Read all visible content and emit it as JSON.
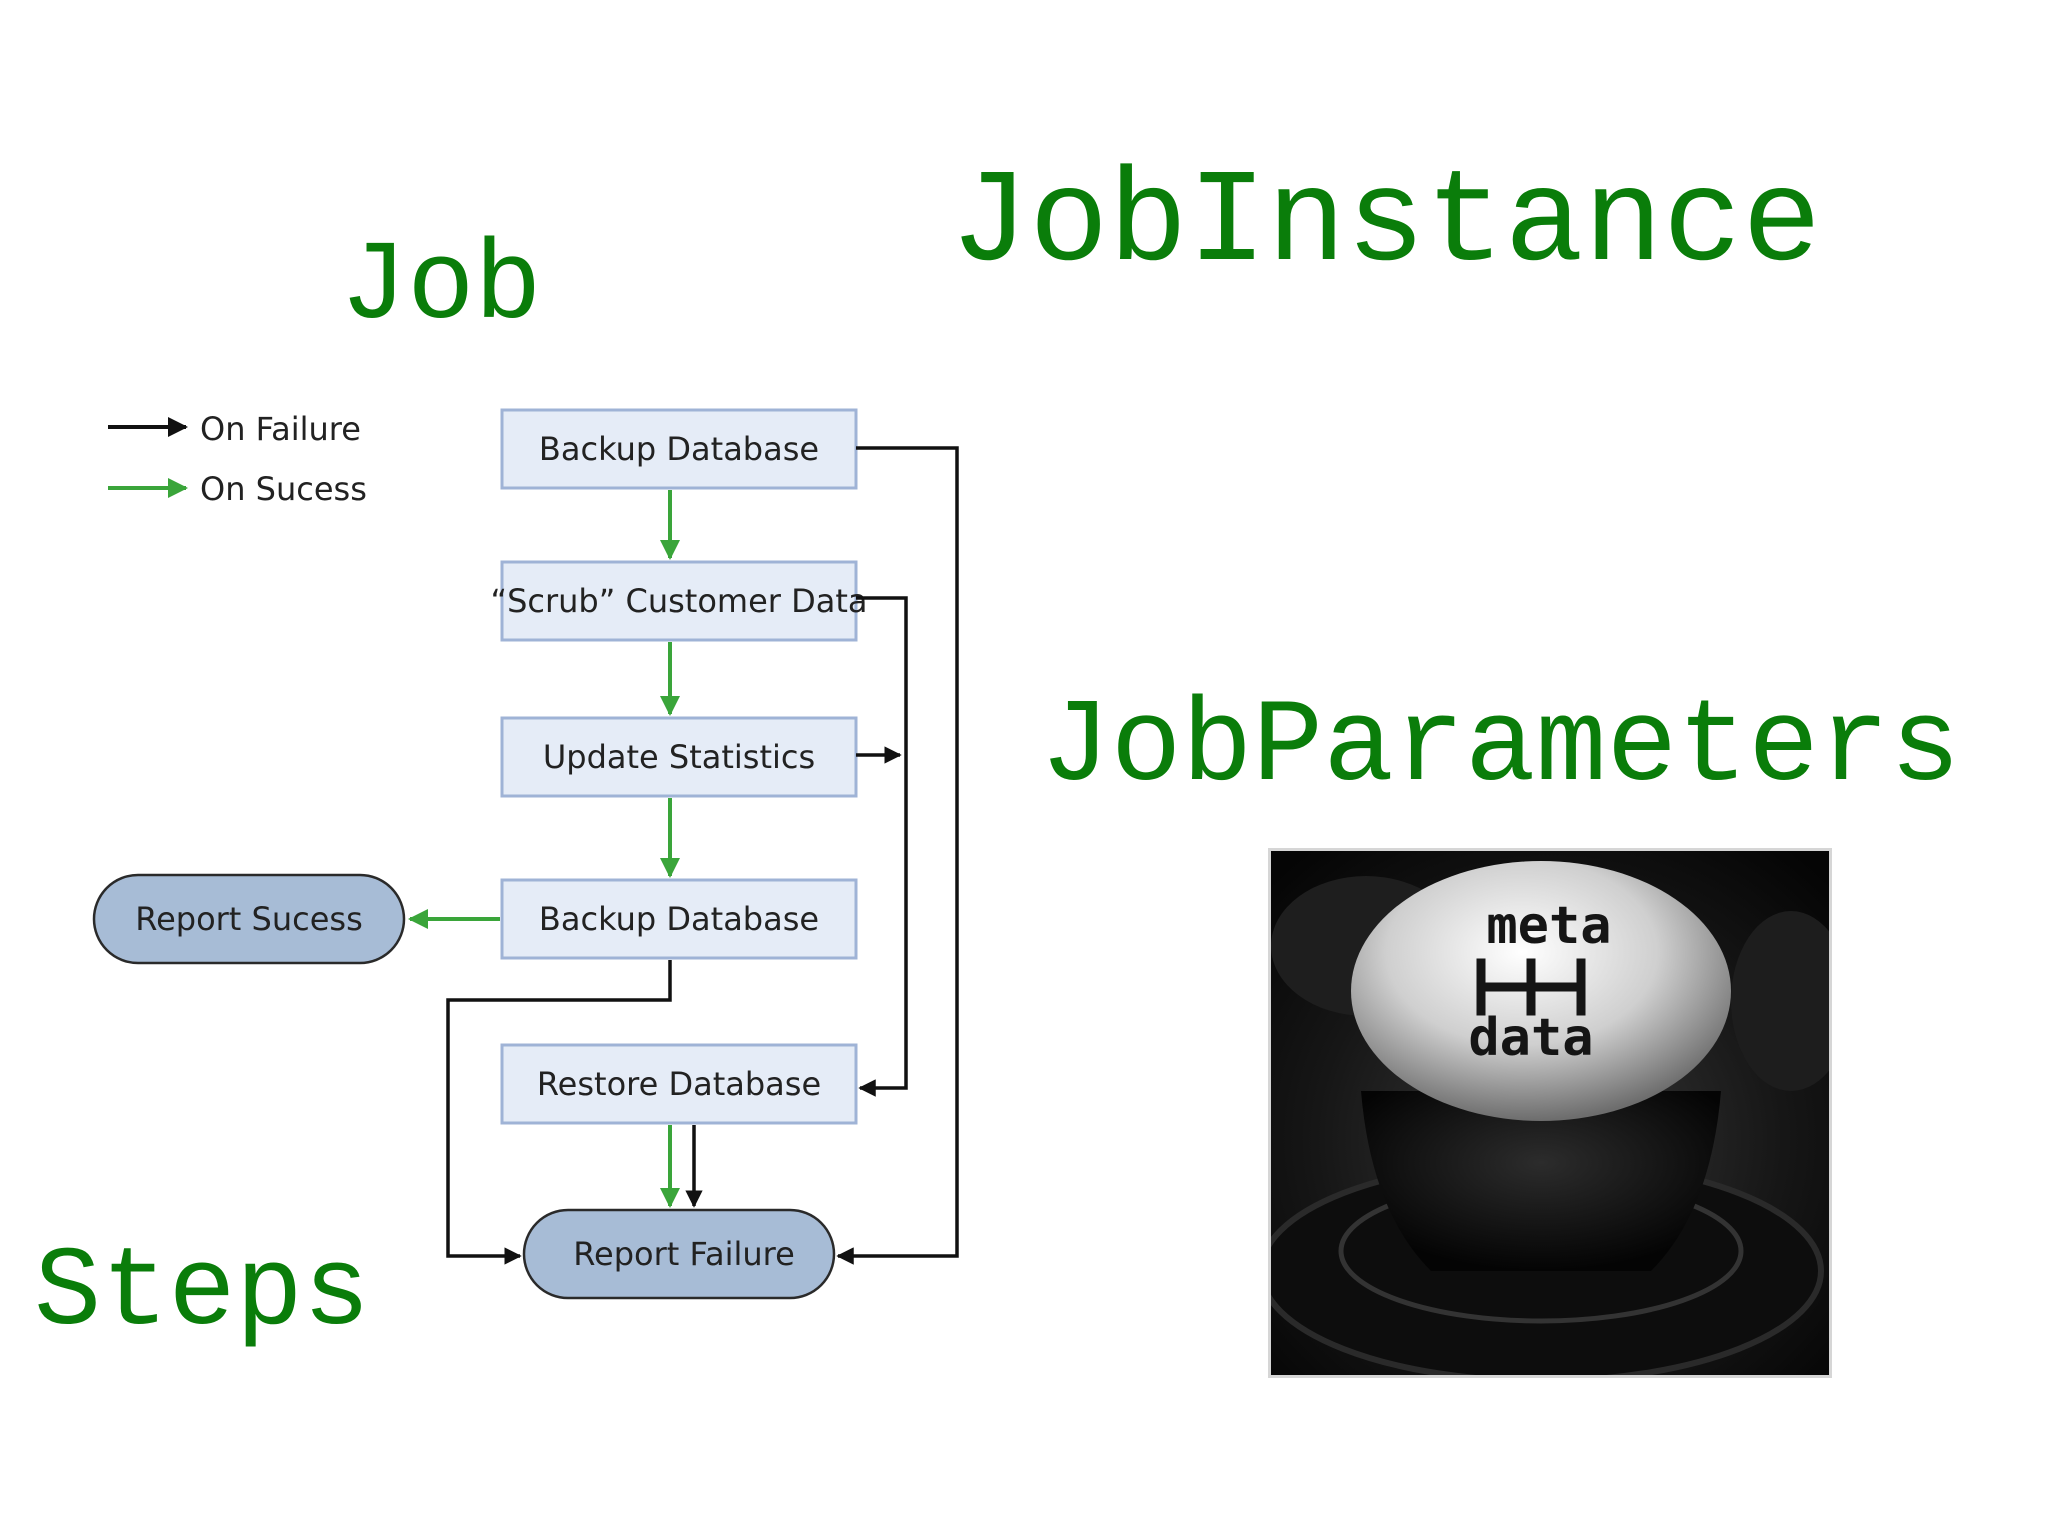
{
  "headings": {
    "job": "Job",
    "job_instance": "JobInstance",
    "job_parameters": "JobParameters",
    "steps": "Steps"
  },
  "legend": {
    "failure": "On Failure",
    "success": "On Sucess"
  },
  "nodes": {
    "backup_db_1": "Backup Database",
    "scrub": "“Scrub” Customer Data",
    "update_stats": "Update Statistics",
    "backup_db_2": "Backup Database",
    "restore_db": "Restore Database",
    "report_success": "Report Sucess",
    "report_failure": "Report Failure"
  },
  "knob": {
    "top_word": "meta",
    "bottom_word": "data"
  },
  "colors": {
    "heading": "#0a7d0a",
    "success_arrow": "#3aa53a",
    "failure_arrow": "#111111",
    "step_fill": "#e5ecf7",
    "step_border": "#9fb3d6",
    "terminal_fill": "#a7bcd6",
    "terminal_border": "#2a2a2a"
  }
}
